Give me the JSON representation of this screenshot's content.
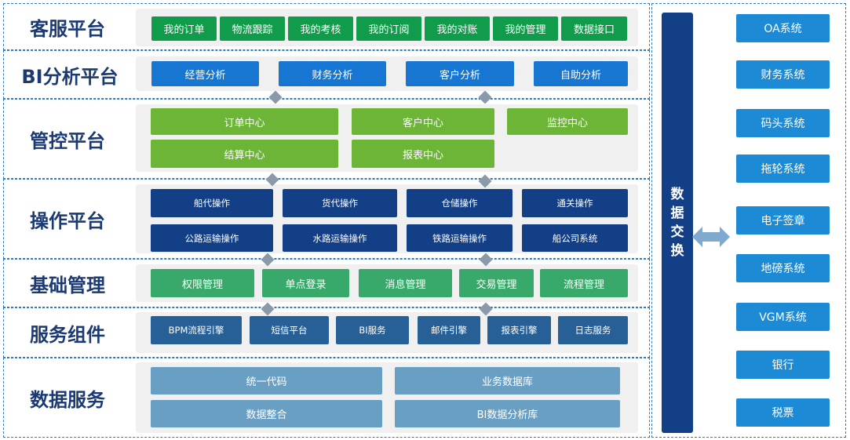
{
  "rows": {
    "customer": {
      "title": "客服平台",
      "items": [
        "我的订单",
        "物流跟踪",
        "我的考核",
        "我的订阅",
        "我的对账",
        "我的管理",
        "数据接口"
      ]
    },
    "bi": {
      "title": "BI分析平台",
      "items": [
        "经营分析",
        "财务分析",
        "客户分析",
        "自助分析"
      ]
    },
    "control": {
      "title": "管控平台",
      "items": [
        "订单中心",
        "客户中心",
        "监控中心",
        "结算中心",
        "报表中心"
      ]
    },
    "operation": {
      "title": "操作平台",
      "items": [
        "船代操作",
        "货代操作",
        "仓储操作",
        "通关操作",
        "公路运输操作",
        "水路运输操作",
        "铁路运输操作",
        "船公司系统"
      ]
    },
    "basic": {
      "title": "基础管理",
      "items": [
        "权限管理",
        "单点登录",
        "消息管理",
        "交易管理",
        "流程管理"
      ]
    },
    "service": {
      "title": "服务组件",
      "items": [
        "BPM流程引擎",
        "短信平台",
        "BI服务",
        "邮件引擎",
        "报表引擎",
        "日志服务"
      ]
    },
    "data": {
      "title": "数据服务",
      "items": [
        "统一代码",
        "业务数据库",
        "数据整合",
        "BI数据分析库"
      ]
    }
  },
  "exchange": {
    "chars": [
      "数",
      "据",
      "交",
      "换"
    ]
  },
  "external_systems": [
    "OA系统",
    "财务系统",
    "码头系统",
    "拖轮系统",
    "电子签章",
    "地磅系统",
    "VGM系统",
    "银行",
    "税票"
  ],
  "colors": {
    "customer_buttons": "#119c4b",
    "bi_buttons": "#1676d2",
    "control_buttons": "#6db536",
    "operation_buttons": "#123f86",
    "basic_buttons": "#38a96a",
    "service_buttons": "#266096",
    "data_buttons": "#6a9fc4",
    "system_buttons": "#1d8ad6",
    "exchange_bar": "#123f86",
    "title_text": "#1b3a73"
  }
}
